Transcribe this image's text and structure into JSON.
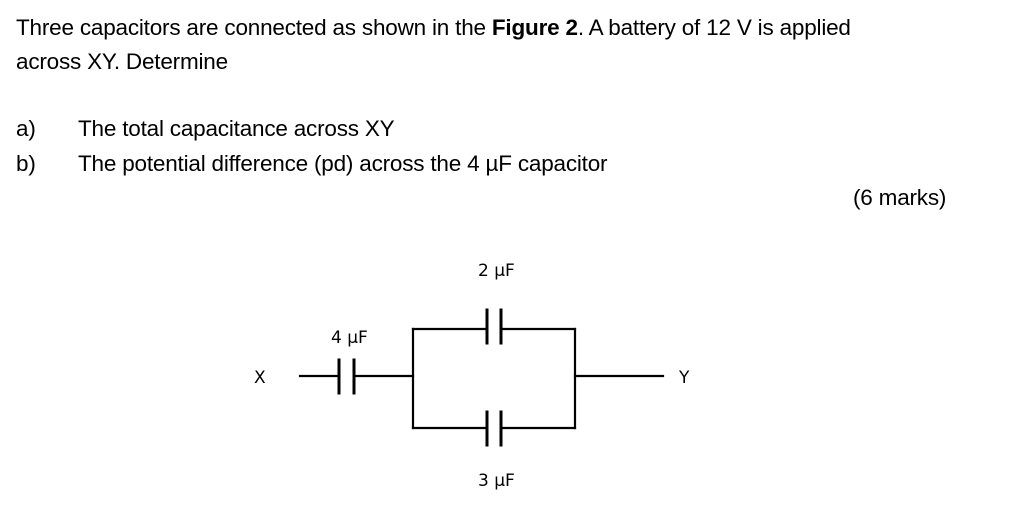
{
  "question": {
    "intro_part1": "Three capacitors are connected as shown in the ",
    "intro_bold": "Figure 2",
    "intro_part2": ". A battery of 12 V is applied",
    "intro_line2": "across XY. Determine",
    "items": [
      {
        "marker": "a)",
        "text": "The total capacitance across XY"
      },
      {
        "marker": "b)",
        "text": "The potential difference (pd) across the 4 µF capacitor"
      }
    ],
    "marks": "(6  marks)"
  },
  "figure": {
    "terminal_left": "X",
    "terminal_right": "Y",
    "capacitors": [
      {
        "id": "series",
        "label": "4 µF",
        "value_uF": 4
      },
      {
        "id": "parallel-top",
        "label": "2 µF",
        "value_uF": 2
      },
      {
        "id": "parallel-bottom",
        "label": "3 µF",
        "value_uF": 3
      }
    ]
  }
}
